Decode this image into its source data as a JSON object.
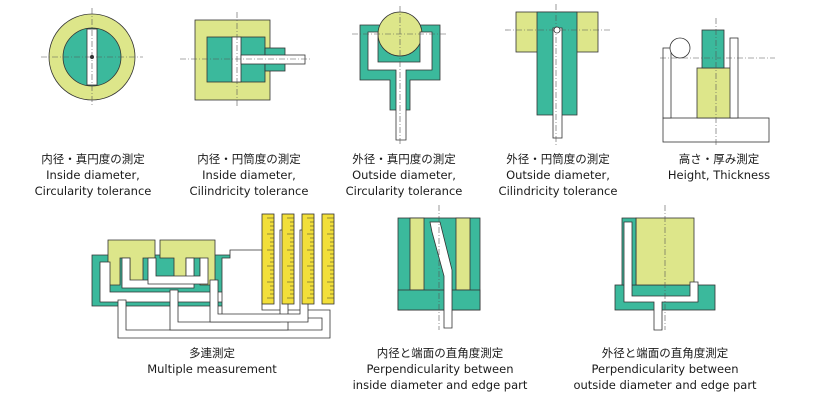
{
  "colors": {
    "part_yellow": "#dde68a",
    "part_teal": "#3bb99c",
    "outline": "#333333",
    "probe": "#ffffff",
    "scale": "#f2df3a",
    "text": "#1a1a1a"
  },
  "items": [
    {
      "jp": "内径・真円度の測定",
      "en1": "Inside diameter,",
      "en2": "Circularity tolerance"
    },
    {
      "jp": "内径・円筒度の測定",
      "en1": "Inside diameter,",
      "en2": "Cilindricity tolerance"
    },
    {
      "jp": "外径・真円度の測定",
      "en1": "Outside diameter,",
      "en2": "Circularity tolerance"
    },
    {
      "jp": "外径・円筒度の測定",
      "en1": "Outside diameter,",
      "en2": "Cilindricity tolerance"
    },
    {
      "jp": "高さ・厚み測定",
      "en1": "Height, Thickness",
      "en2": ""
    },
    {
      "jp": "多連測定",
      "en1": "Multiple measurement",
      "en2": ""
    },
    {
      "jp": "内径と端面の直角度測定",
      "en1": "Perpendicularity between",
      "en2": "inside diameter and edge part"
    },
    {
      "jp": "外径と端面の直角度測定",
      "en1": "Perpendicularity between",
      "en2": "outside diameter and edge part"
    }
  ]
}
